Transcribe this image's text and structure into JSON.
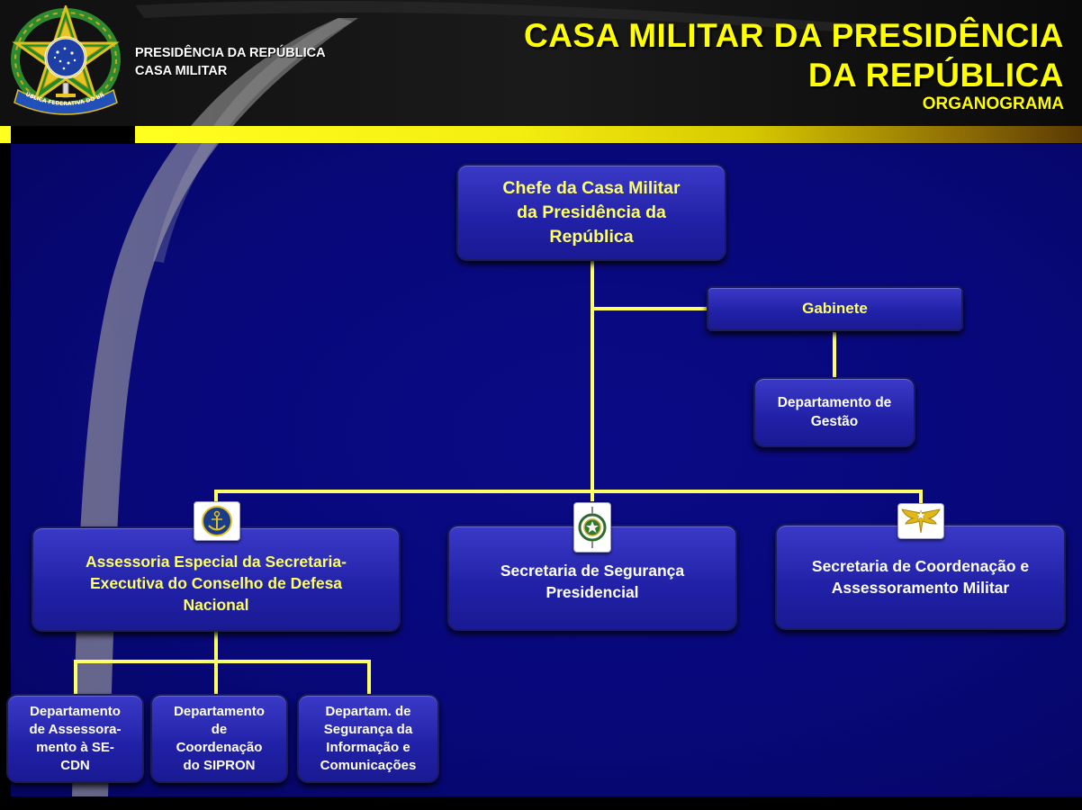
{
  "header": {
    "org_line_1": "PRESIDÊNCIA DA REPÚBLICA",
    "org_line_2": "CASA MILITAR",
    "title_line_1": "CASA MILITAR DA PRESIDÊNCIA",
    "title_line_2": "DA REPÚBLICA",
    "subtitle": "ORGANOGRAMA"
  },
  "emblem": {
    "icon": "brazil-coat-of-arms-icon",
    "ribbon_text": "REPÚBLICA FEDERATIVA DO BRASIL"
  },
  "colors": {
    "header_text": "#ffff00",
    "box_text_yellow": "#ffff66",
    "connector": "#ffff66",
    "background": "#08087a"
  },
  "org_chart": {
    "root": {
      "label": "Chefe da Casa Militar\nda Presidência da\nRepública"
    },
    "staff": {
      "label": "Gabinete"
    },
    "staff_child": {
      "label": "Departamento de\nGestão"
    },
    "units": [
      {
        "label": "Assessoria Especial da Secretaria-\nExecutiva do Conselho de Defesa\nNacional",
        "icon": "navy-anchor-emblem-icon"
      },
      {
        "label": "Secretaria de Segurança\nPresidencial",
        "icon": "army-emblem-icon"
      },
      {
        "label": "Secretaria de Coordenação e\nAssessoramento Militar",
        "icon": "air-force-wings-emblem-icon"
      }
    ],
    "departments": [
      {
        "label": "Departamento\nde Assessora-\nmento à SE-\nCDN"
      },
      {
        "label": "Departamento\nde\nCoordenação\ndo SIPRON"
      },
      {
        "label": "Departam. de\nSegurança da\nInformação e\nComunicações"
      }
    ]
  }
}
